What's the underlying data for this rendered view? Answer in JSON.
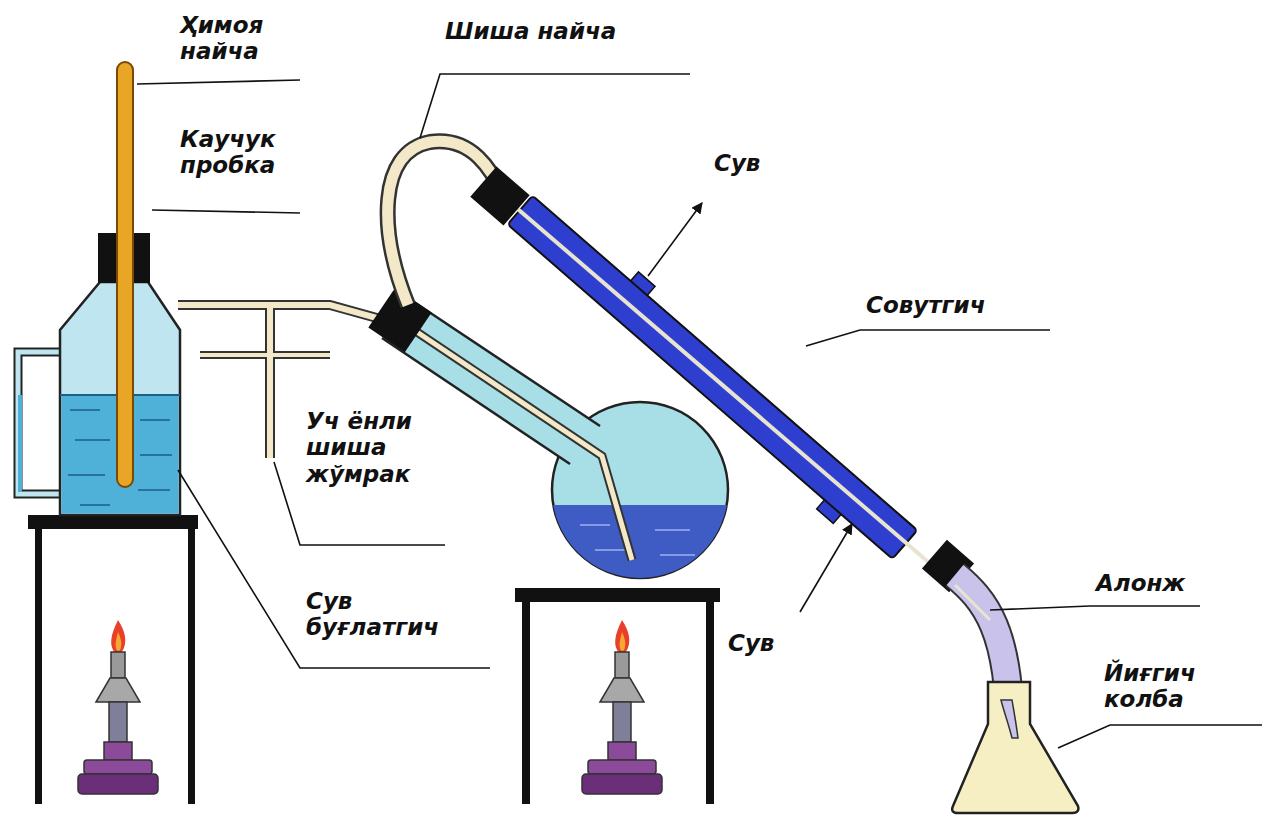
{
  "diagram": {
    "labels": [
      "Ҳимоя найча",
      "Каучук пробка",
      "Шиша найча",
      "Сув",
      "Совутгич",
      "Уч ёнли шиша жўмрак",
      "Сув буғлатгич",
      "Сув",
      "Алонж",
      "Йиғгич колба"
    ]
  }
}
